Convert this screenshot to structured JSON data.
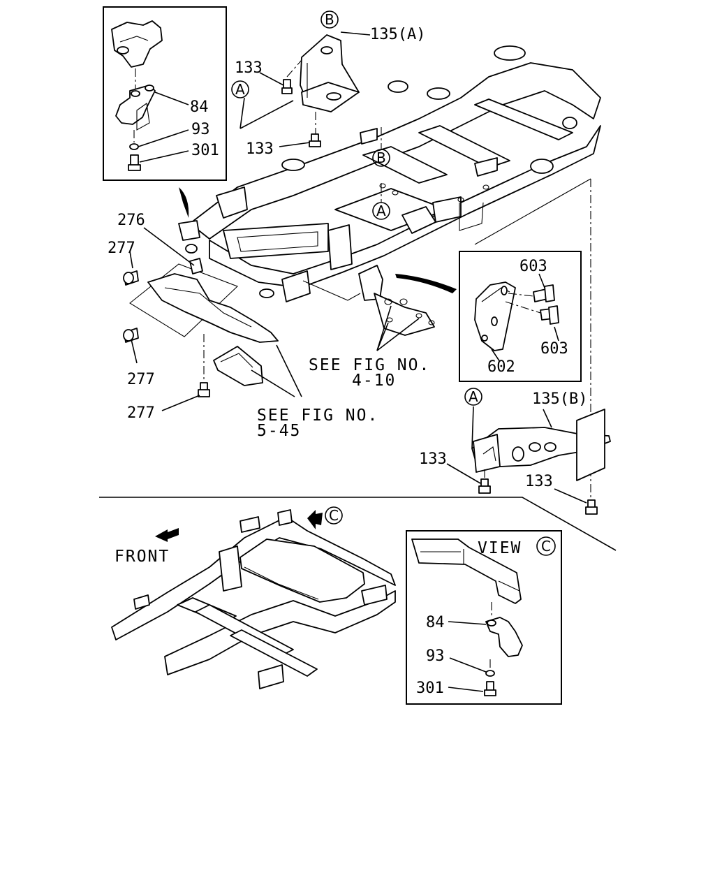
{
  "labels": {
    "l84_top": "84",
    "l93_top": "93",
    "l301_top": "301",
    "l133_a": "133",
    "l133_b": "133",
    "l135a": "135(A)",
    "l276": "276",
    "l277_a": "277",
    "l277_b": "277",
    "l277_c": "277",
    "l603_a": "603",
    "l603_b": "603",
    "l602": "602",
    "l135b": "135(B)",
    "l133_c": "133",
    "l133_d": "133",
    "l84_view": "84",
    "l93_view": "93",
    "l301_view": "301"
  },
  "references": {
    "see_fig_410_line1": "SEE FIG NO.",
    "see_fig_410_line2": "4-10",
    "see_fig_545_line1": "SEE FIG NO.",
    "see_fig_545_line2": "5-45"
  },
  "markers": {
    "a": "A",
    "b": "B",
    "c": "C"
  },
  "captions": {
    "front": "FRONT",
    "view": "VIEW"
  }
}
